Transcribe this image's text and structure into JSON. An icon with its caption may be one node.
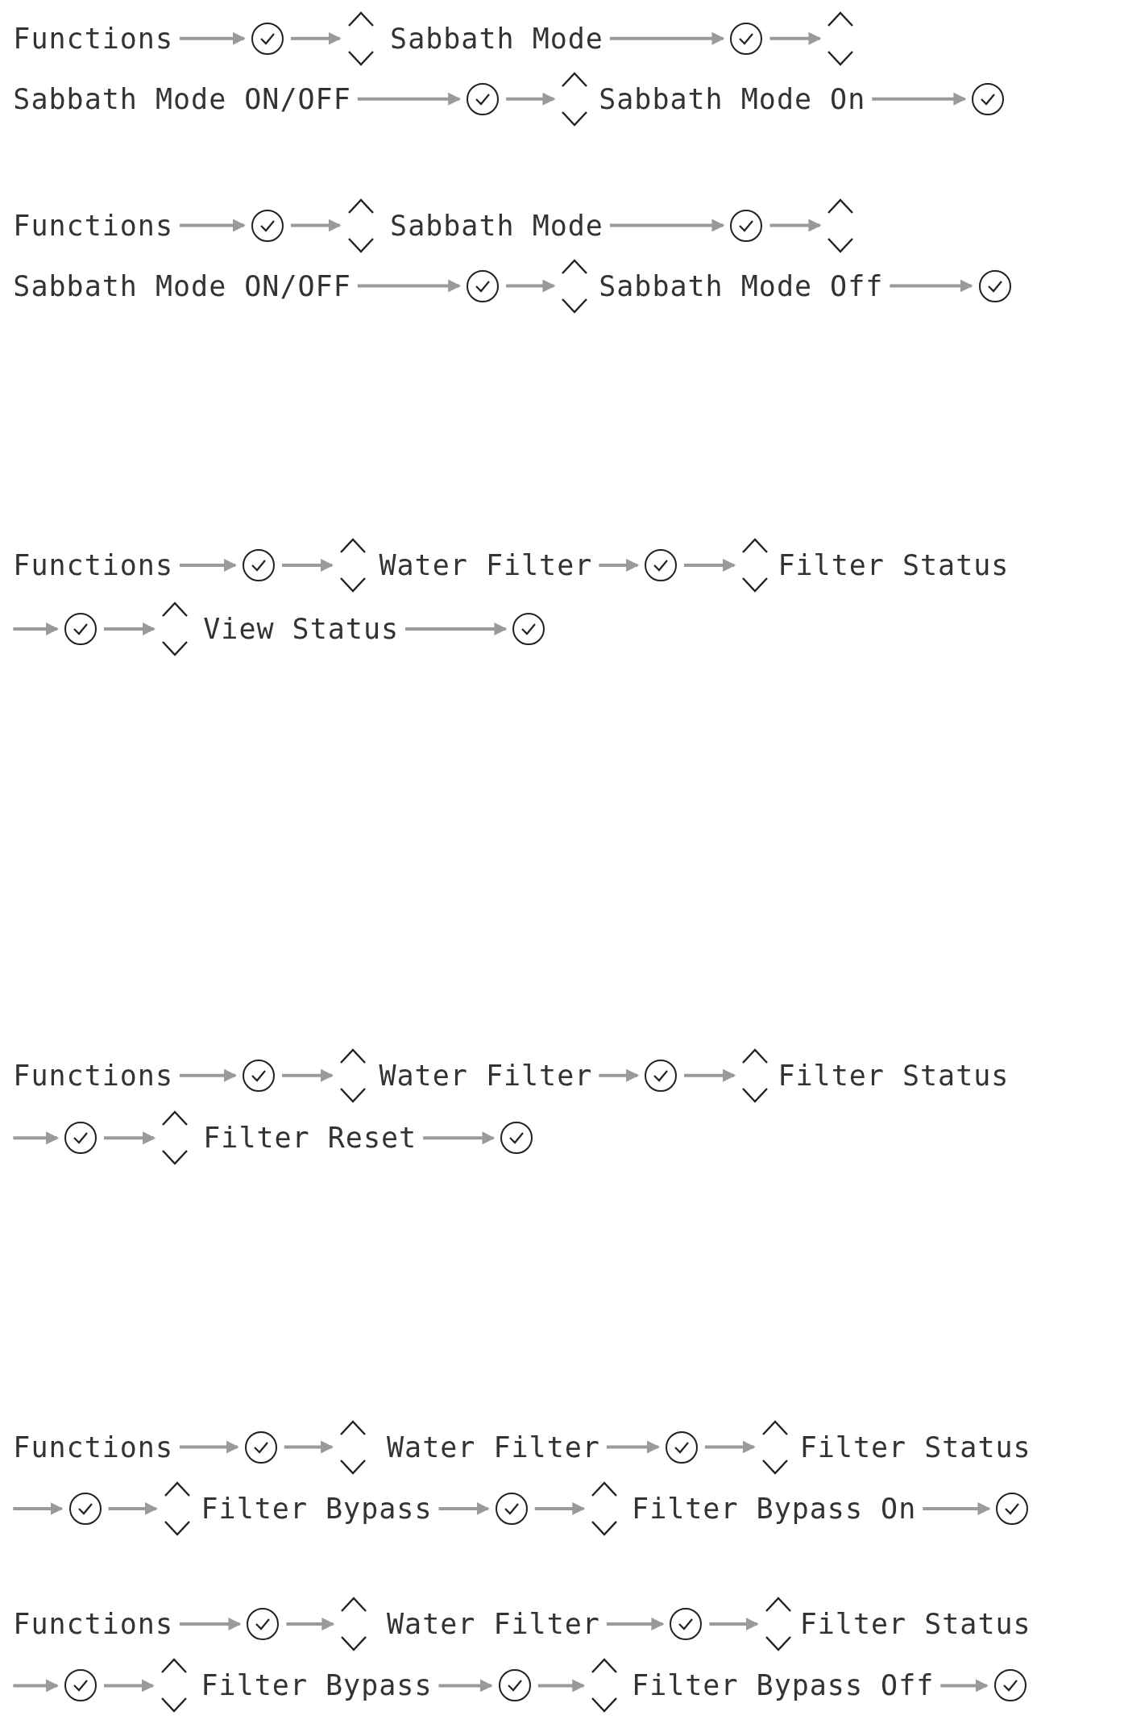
{
  "diagram": {
    "nodes": [
      {
        "text": [
          "Functions"
        ]
      },
      {
        "text": [],
        "shape": "circle"
      },
      {
        "text": [],
        "shape": "chevrons"
      },
      {
        "text": [
          "Sabbath Mode"
        ]
      },
      {
        "text": [],
        "shape": "circle"
      },
      {
        "text": [],
        "shape": "chevrons"
      },
      {
        "text": [
          "Sabbath Mode ON/OFF"
        ]
      },
      {
        "text": [],
        "shape": "circle"
      },
      {
        "text": [],
        "shape": "chevrons"
      },
      {
        "text": [
          "Sabbath Mode On"
        ]
      },
      {
        "text": [],
        "shape": "circle"
      },
      {
        "text": [
          "Functions"
        ]
      },
      {
        "text": [],
        "shape": "circle"
      },
      {
        "text": [],
        "shape": "chevrons"
      },
      {
        "text": [
          "Sabbath Mode"
        ]
      },
      {
        "text": [],
        "shape": "circle"
      },
      {
        "text": [],
        "shape": "chevrons"
      },
      {
        "text": [
          "Sabbath Mode ON/OFF"
        ]
      },
      {
        "text": [],
        "shape": "circle"
      },
      {
        "text": [],
        "shape": "chevrons"
      },
      {
        "text": [
          "Sabbath Mode Off"
        ]
      },
      {
        "text": [],
        "shape": "circle"
      },
      {
        "text": [
          "Functions"
        ]
      },
      {
        "text": [],
        "shape": "circle"
      },
      {
        "text": [],
        "shape": "chevrons"
      },
      {
        "text": [
          "Water Filter"
        ]
      },
      {
        "text": [],
        "shape": "circle"
      },
      {
        "text": [],
        "shape": "chevrons"
      },
      {
        "text": [
          "Filter Status"
        ]
      },
      {
        "text": [],
        "shape": "circle"
      },
      {
        "text": [],
        "shape": "chevrons"
      },
      {
        "text": [
          "View Status"
        ]
      },
      {
        "text": [],
        "shape": "circle"
      },
      {
        "text": [
          "Functions"
        ]
      },
      {
        "text": [],
        "shape": "circle"
      },
      {
        "text": [],
        "shape": "chevrons"
      },
      {
        "text": [
          "Water Filter"
        ]
      },
      {
        "text": [],
        "shape": "circle"
      },
      {
        "text": [],
        "shape": "chevrons"
      },
      {
        "text": [
          "Filter Status"
        ]
      },
      {
        "text": [],
        "shape": "circle"
      },
      {
        "text": [],
        "shape": "chevrons"
      },
      {
        "text": [
          "Filter Reset"
        ]
      },
      {
        "text": [],
        "shape": "circle"
      },
      {
        "text": [
          "Functions"
        ]
      },
      {
        "text": [],
        "shape": "circle"
      },
      {
        "text": [],
        "shape": "chevrons"
      },
      {
        "text": [
          "Water Filter"
        ]
      },
      {
        "text": [],
        "shape": "circle"
      },
      {
        "text": [],
        "shape": "chevrons"
      },
      {
        "text": [
          "Filter Status"
        ]
      },
      {
        "text": [],
        "shape": "circle"
      },
      {
        "text": [],
        "shape": "chevrons"
      },
      {
        "text": [
          "Filter Bypass"
        ]
      },
      {
        "text": [],
        "shape": "circle"
      },
      {
        "text": [],
        "shape": "chevrons"
      },
      {
        "text": [
          "Filter Bypass On"
        ]
      },
      {
        "text": [],
        "shape": "circle"
      },
      {
        "text": [
          "Functions"
        ]
      },
      {
        "text": [],
        "shape": "circle"
      },
      {
        "text": [],
        "shape": "chevrons"
      },
      {
        "text": [
          "Water Filter"
        ]
      },
      {
        "text": [],
        "shape": "circle"
      },
      {
        "text": [],
        "shape": "chevrons"
      },
      {
        "text": [
          "Filter Status"
        ]
      },
      {
        "text": [],
        "shape": "circle"
      },
      {
        "text": [],
        "shape": "chevrons"
      },
      {
        "text": [
          "Filter Bypass"
        ]
      },
      {
        "text": [],
        "shape": "circle"
      },
      {
        "text": [],
        "shape": "chevrons"
      },
      {
        "text": [
          "Filter Bypass Off"
        ]
      },
      {
        "text": [],
        "shape": "circle"
      }
    ],
    "edges": [
      {
        "from": 0,
        "to": 1,
        "arrow": "to"
      },
      {
        "from": 1,
        "to": 2,
        "arrow": "to"
      },
      {
        "from": 3,
        "to": 4,
        "arrow": "to"
      },
      {
        "from": 4,
        "to": 5,
        "arrow": "to"
      },
      {
        "from": 6,
        "to": 7,
        "arrow": "to"
      },
      {
        "from": 7,
        "to": 8,
        "arrow": "to"
      },
      {
        "from": 9,
        "to": 10,
        "arrow": "to"
      },
      {
        "from": 11,
        "to": 12,
        "arrow": "to"
      },
      {
        "from": 12,
        "to": 13,
        "arrow": "to"
      },
      {
        "from": 14,
        "to": 15,
        "arrow": "to"
      },
      {
        "from": 15,
        "to": 16,
        "arrow": "to"
      },
      {
        "from": 17,
        "to": 18,
        "arrow": "to"
      },
      {
        "from": 18,
        "to": 19,
        "arrow": "to"
      },
      {
        "from": 20,
        "to": 21,
        "arrow": "to"
      },
      {
        "from": 22,
        "to": 23,
        "arrow": "to"
      },
      {
        "from": 23,
        "to": 24,
        "arrow": "to"
      },
      {
        "from": 25,
        "to": 26,
        "arrow": "to"
      },
      {
        "from": 26,
        "to": 27,
        "arrow": "to"
      },
      {
        "from": null,
        "to": 29,
        "arrow": "to"
      },
      {
        "from": 29,
        "to": 30,
        "arrow": "to"
      },
      {
        "from": 31,
        "to": 32,
        "arrow": "to"
      },
      {
        "from": 33,
        "to": 34,
        "arrow": "to"
      },
      {
        "from": 34,
        "to": 35,
        "arrow": "to"
      },
      {
        "from": 36,
        "to": 37,
        "arrow": "to"
      },
      {
        "from": 37,
        "to": 38,
        "arrow": "to"
      },
      {
        "from": null,
        "to": 40,
        "arrow": "to"
      },
      {
        "from": 40,
        "to": 41,
        "arrow": "to"
      },
      {
        "from": 42,
        "to": 43,
        "arrow": "to"
      },
      {
        "from": 44,
        "to": 45,
        "arrow": "to"
      },
      {
        "from": 45,
        "to": 46,
        "arrow": "to"
      },
      {
        "from": 47,
        "to": 48,
        "arrow": "to"
      },
      {
        "from": 48,
        "to": 49,
        "arrow": "to"
      },
      {
        "from": null,
        "to": 51,
        "arrow": "to"
      },
      {
        "from": 51,
        "to": 52,
        "arrow": "to"
      },
      {
        "from": 53,
        "to": 54,
        "arrow": "to"
      },
      {
        "from": 54,
        "to": 55,
        "arrow": "to"
      },
      {
        "from": 56,
        "to": 57,
        "arrow": "to"
      },
      {
        "from": 58,
        "to": 59,
        "arrow": "to"
      },
      {
        "from": 59,
        "to": 60,
        "arrow": "to"
      },
      {
        "from": 61,
        "to": 62,
        "arrow": "to"
      },
      {
        "from": 62,
        "to": 63,
        "arrow": "to"
      },
      {
        "from": null,
        "to": 65,
        "arrow": "to"
      },
      {
        "from": 65,
        "to": 66,
        "arrow": "to"
      },
      {
        "from": 67,
        "to": 68,
        "arrow": "to"
      },
      {
        "from": 68,
        "to": 69,
        "arrow": "to"
      },
      {
        "from": 70,
        "to": 71,
        "arrow": "to"
      }
    ]
  }
}
